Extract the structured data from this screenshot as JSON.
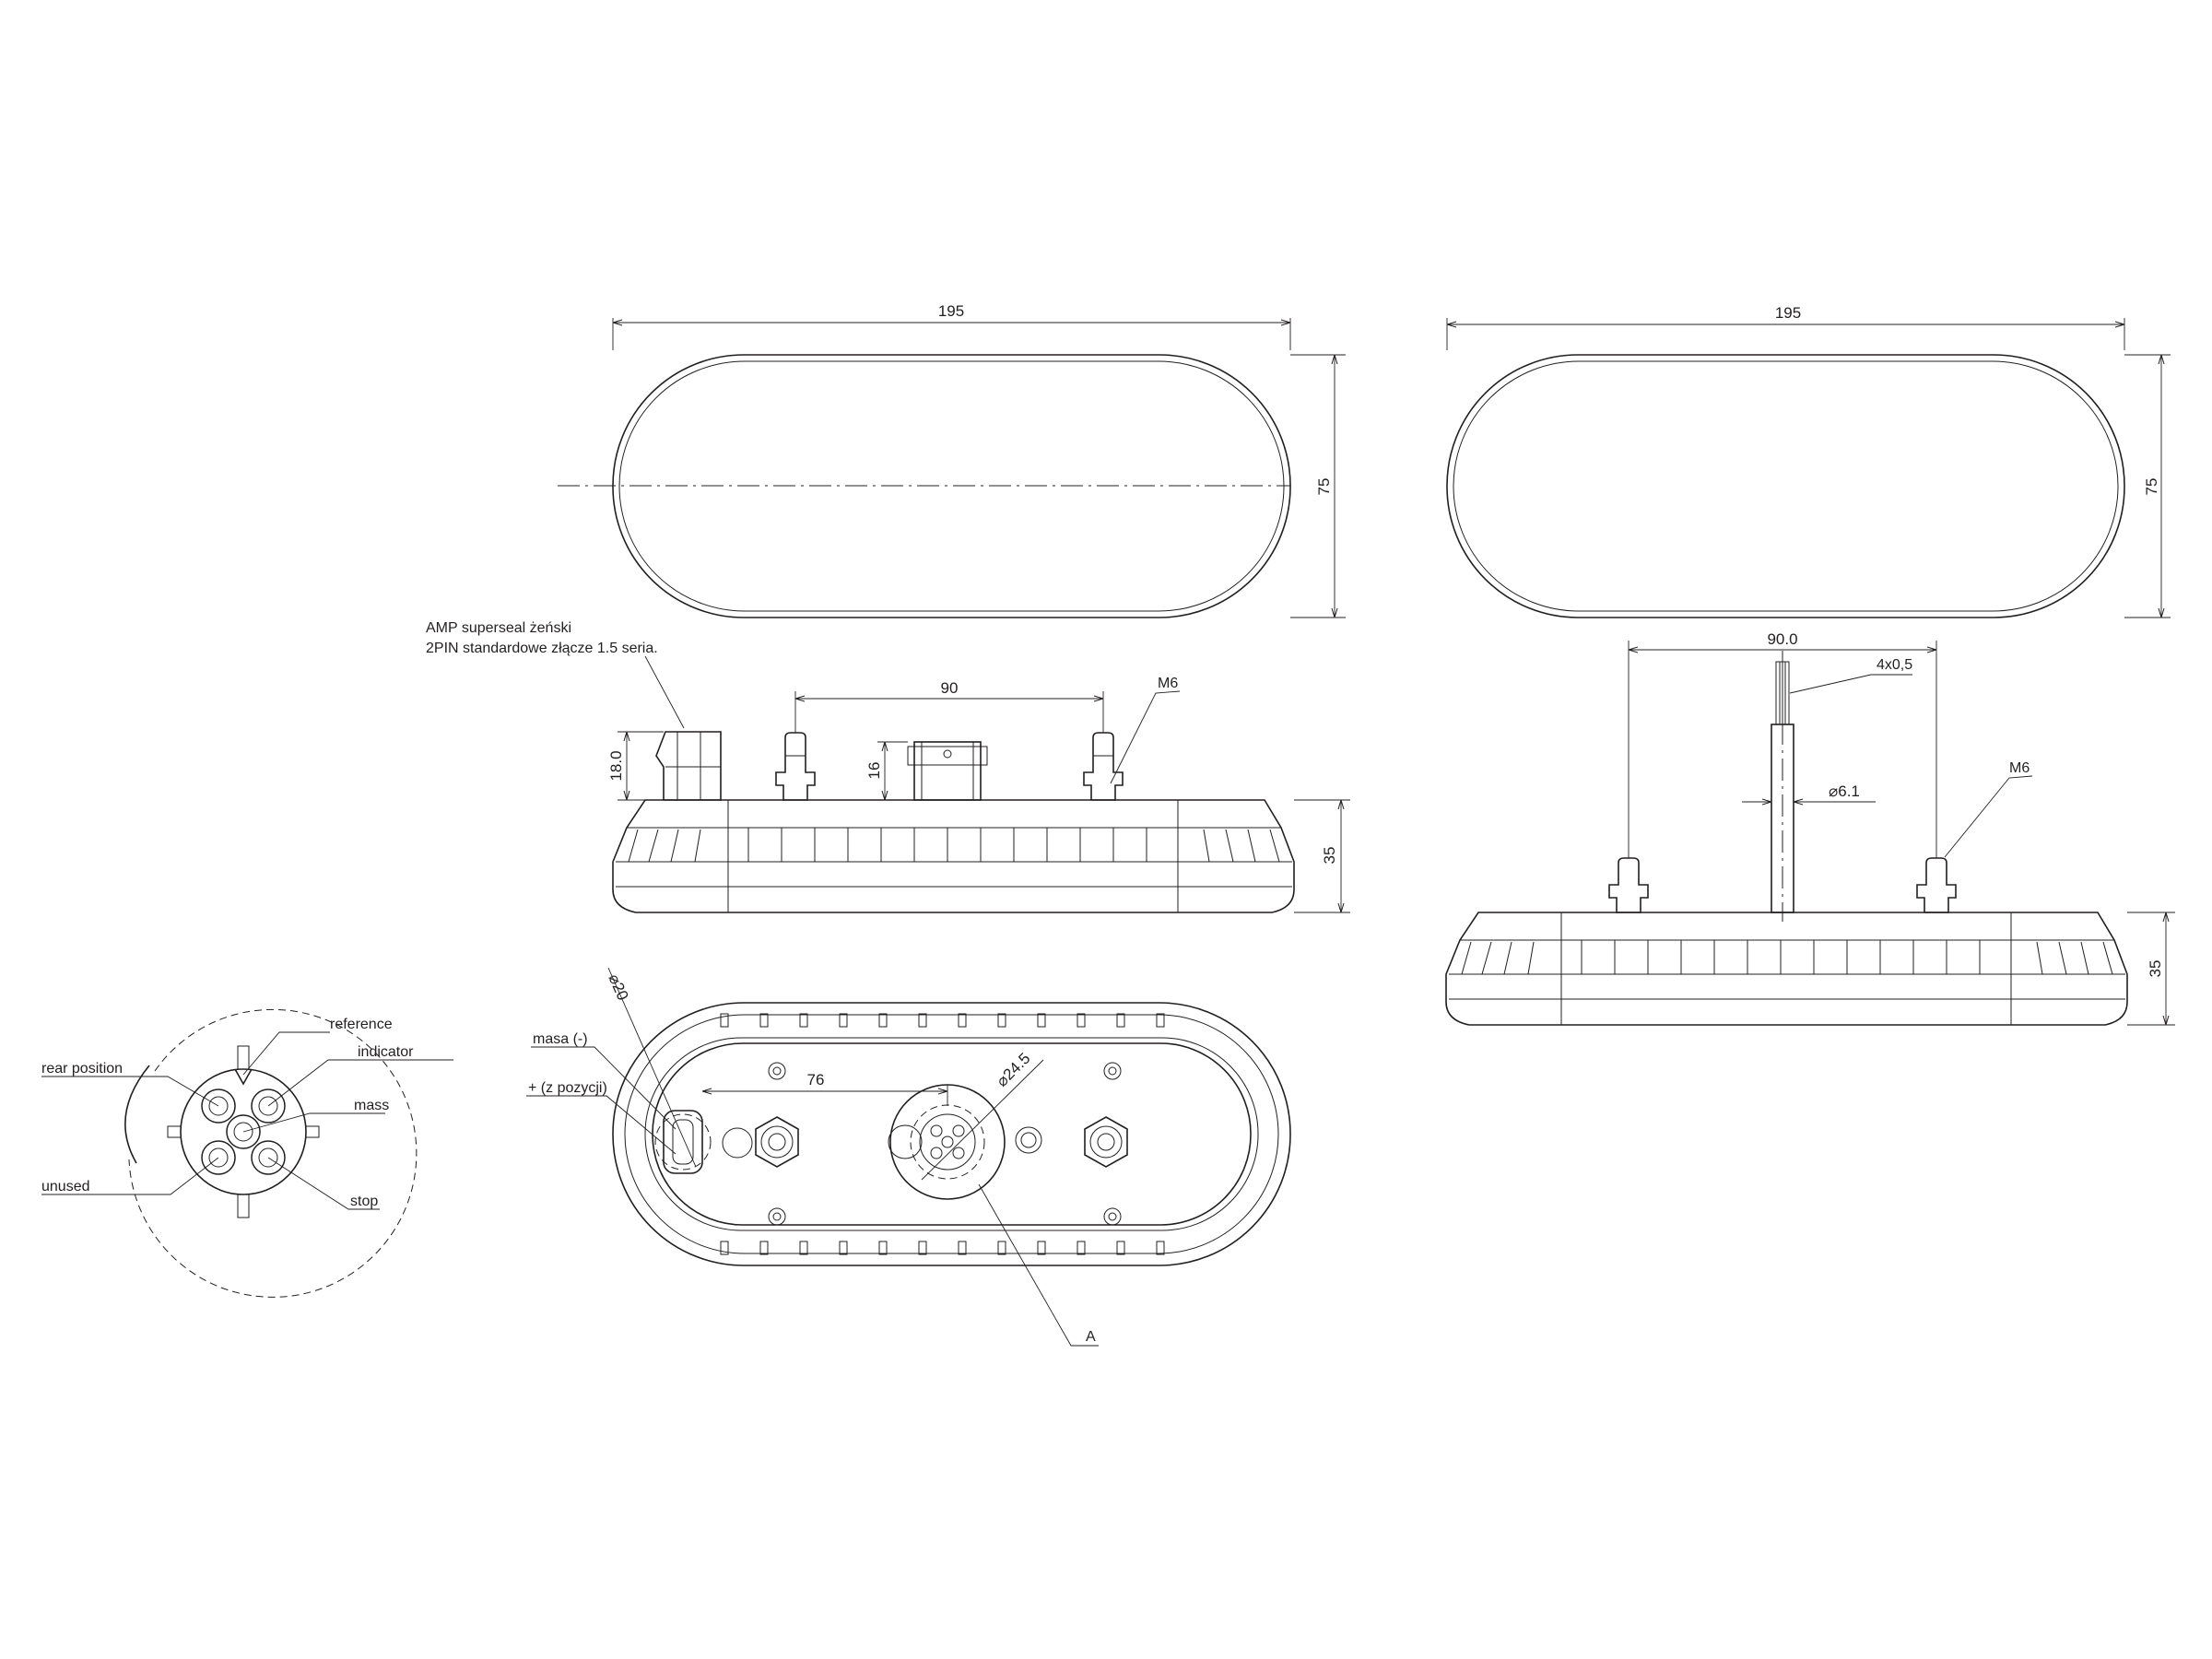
{
  "dimensions": {
    "front_left_width": "195",
    "front_left_height": "75",
    "front_right_width": "195",
    "front_right_height": "75",
    "side_left_spacing": "90",
    "side_left_connector_height": "18.0",
    "side_left_plug_height": "16",
    "side_left_body_height": "35",
    "side_right_spacing": "90.0",
    "side_right_cable_diameter": "⌀6.1",
    "side_right_wires": "4x0,5",
    "side_right_body_height": "35",
    "back_hole_diameter": "⌀20",
    "back_socket_diameter": "⌀24.5",
    "back_spacing": "76"
  },
  "labels": {
    "amp_line1": "AMP superseal żeński",
    "amp_line2": "2PIN standardowe złącze 1.5 seria.",
    "m6_left": "M6",
    "m6_right": "M6",
    "masa": "masa (-)",
    "pozycji": "+ (z pozycji)",
    "detail_a": "A"
  },
  "pinout": {
    "reference": "reference",
    "indicator": "indicator",
    "mass": "mass",
    "rear_position": "rear position",
    "unused": "unused",
    "stop": "stop"
  }
}
